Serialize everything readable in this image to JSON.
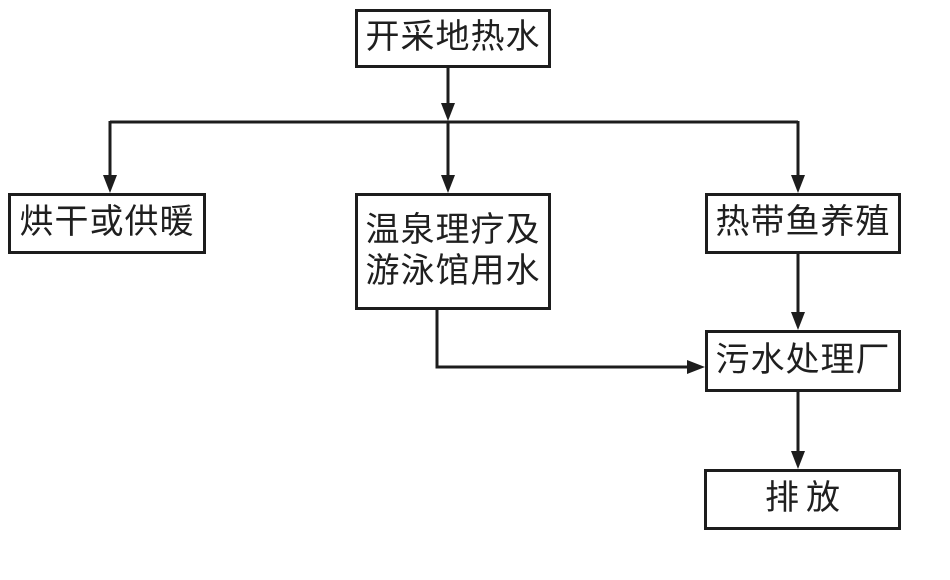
{
  "diagram": {
    "type": "flowchart",
    "background_color": "#ffffff",
    "line_color": "#1d1d1d",
    "text_color": "#1f1f1f",
    "nodes": {
      "source": {
        "label": "开采地热水"
      },
      "drying": {
        "label": "烘干或供暖"
      },
      "spa": {
        "label": "温泉理疗及游泳馆用水",
        "line1": "温泉理疗及",
        "line2": "游泳馆用水"
      },
      "fish": {
        "label": "热带鱼养殖"
      },
      "sewage": {
        "label": "污水处理厂"
      },
      "discharge": {
        "label": "排放"
      }
    },
    "edges": [
      {
        "from": "开采地热水",
        "to": "烘干或供暖"
      },
      {
        "from": "开采地热水",
        "to": "温泉理疗及游泳馆用水"
      },
      {
        "from": "开采地热水",
        "to": "热带鱼养殖"
      },
      {
        "from": "温泉理疗及游泳馆用水",
        "to": "污水处理厂"
      },
      {
        "from": "热带鱼养殖",
        "to": "污水处理厂"
      },
      {
        "from": "污水处理厂",
        "to": "排放"
      }
    ]
  }
}
